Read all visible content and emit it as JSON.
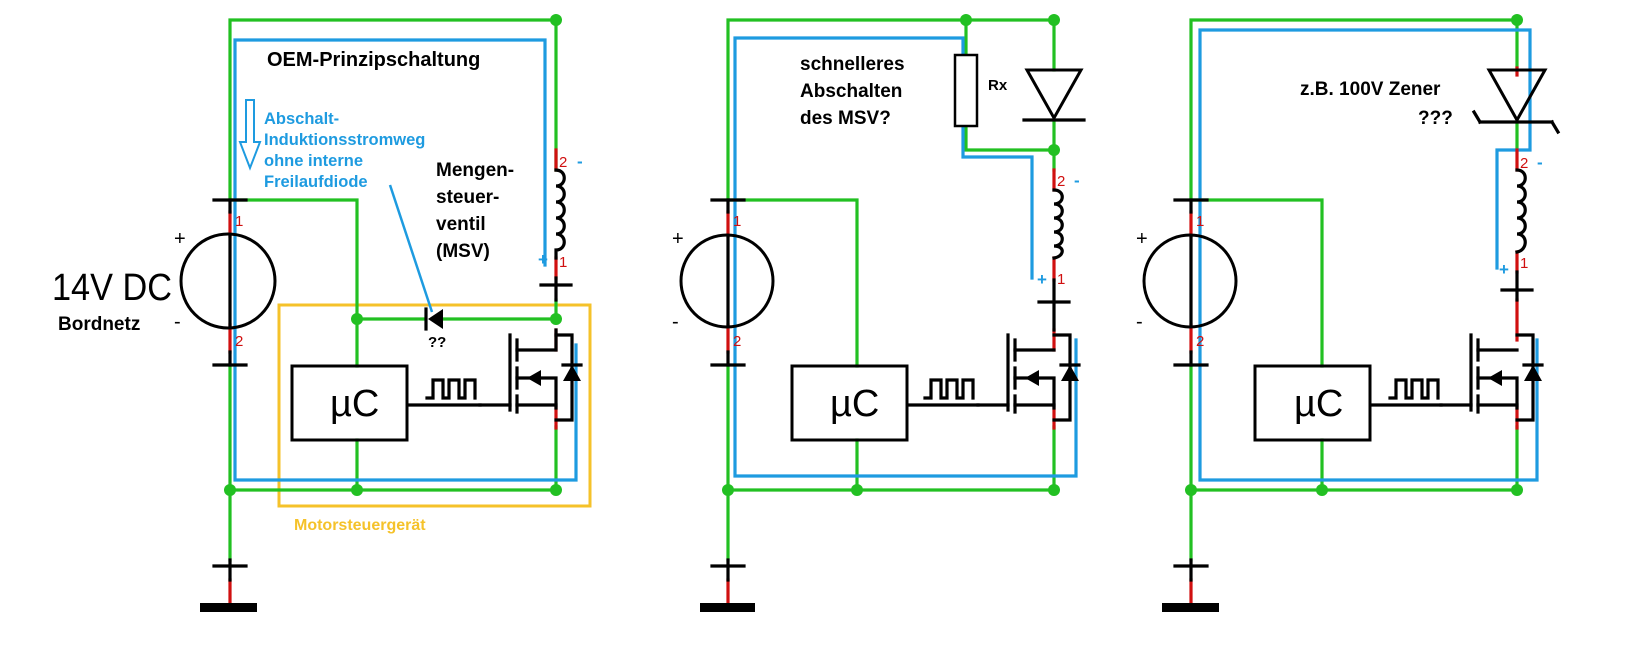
{
  "colors": {
    "wire_ground": "#22c022",
    "wire_return": "#1e9be0",
    "pin_red": "#d01010",
    "ecu_box": "#f5c22a"
  },
  "panel1": {
    "title": "OEM-Prinzipschaltung",
    "source_voltage": "14V DC",
    "source_name": "Bordnetz",
    "plus_sign": "+",
    "minus_sign": "-",
    "pin1": "1",
    "pin2": "2",
    "annotation_lines": [
      "Abschalt-",
      "Induktionsstromweg",
      "ohne interne",
      "Freilaufdiode"
    ],
    "valve_lines": [
      "Mengen-",
      "steuer-",
      "ventil",
      "(MSV)"
    ],
    "coil_pin_top": "2",
    "coil_pin_bottom": "1",
    "coil_minus": "-",
    "coil_plus": "+",
    "diode_label": "??",
    "controller_label": "µC",
    "ecu_label": "Motorsteuergerät"
  },
  "panel2": {
    "note_lines": [
      "schnelleres",
      "Abschalten",
      "des MSV?"
    ],
    "resistor_label": "Rx",
    "plus_sign": "+",
    "minus_sign": "-",
    "pin1": "1",
    "pin2": "2",
    "coil_pin_top": "2",
    "coil_pin_bottom": "1",
    "coil_minus": "-",
    "coil_plus": "+",
    "controller_label": "µC"
  },
  "panel3": {
    "zener_label": "z.B. 100V Zener",
    "zener_question": "???",
    "plus_sign": "+",
    "minus_sign": "-",
    "pin1": "1",
    "pin2": "2",
    "coil_pin_top": "2",
    "coil_pin_bottom": "1",
    "coil_minus": "-",
    "coil_plus": "+",
    "controller_label": "µC"
  }
}
